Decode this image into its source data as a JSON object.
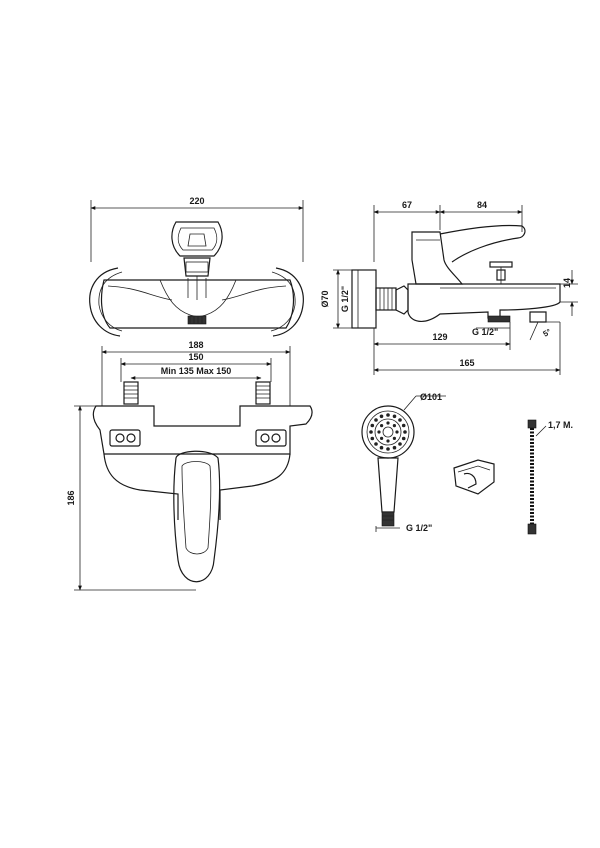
{
  "front_view": {
    "width_dim": "220"
  },
  "side_view": {
    "depth_dim_a": "67",
    "depth_dim_b": "84",
    "diameter_dim": "Ø70",
    "thread_label": "G 1/2\"",
    "height_dim": "14",
    "spout_dim": "129",
    "total_depth_dim": "165",
    "outlet_thread": "G 1/2\"",
    "angle_label": "5°"
  },
  "top_view": {
    "dim_188": "188",
    "dim_150": "150",
    "range_label": "Min 135 Max 150",
    "height_dim": "186"
  },
  "hand_shower": {
    "diameter_label": "Ø101",
    "thread_label": "G 1/2\""
  },
  "hose": {
    "length_label": "1,7 M."
  }
}
